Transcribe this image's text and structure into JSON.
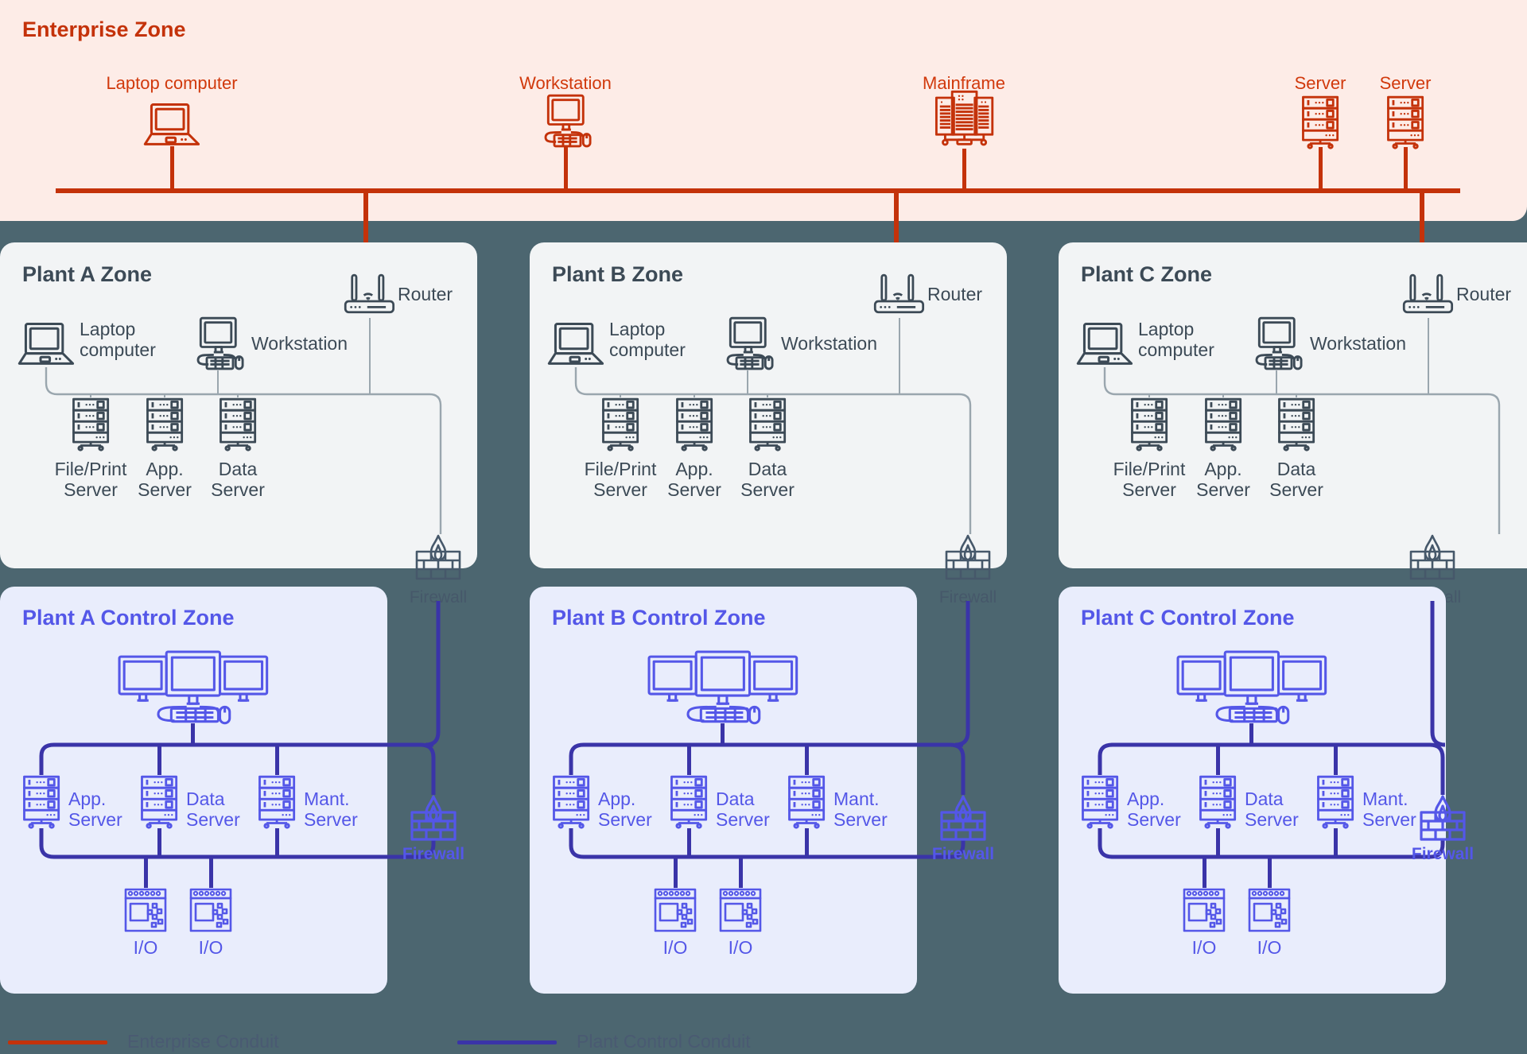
{
  "colors": {
    "background": "#4c6670",
    "enterprise_zone_bg": "#fdece7",
    "plant_zone_bg": "#f2f4f5",
    "control_zone_bg": "#e9edfc",
    "enterprise_accent": "#c4320a",
    "plant_accent": "#3c4a56",
    "control_accent": "#5457e8",
    "control_conduit": "#3a34a8"
  },
  "enterprise": {
    "title": "Enterprise Zone",
    "nodes": [
      {
        "label": "Laptop computer",
        "icon": "laptop-icon"
      },
      {
        "label": "Workstation",
        "icon": "workstation-icon"
      },
      {
        "label": "Mainframe",
        "icon": "mainframe-icon"
      },
      {
        "label": "Server",
        "icon": "server-icon"
      },
      {
        "label": "Server",
        "icon": "server-icon"
      }
    ]
  },
  "plant_zones": [
    {
      "title": "Plant A Zone",
      "router": {
        "label": "Router",
        "icon": "router-icon"
      },
      "clients": [
        {
          "label": "Laptop\ncomputer",
          "icon": "laptop-icon"
        },
        {
          "label": "Workstation",
          "icon": "workstation-icon"
        }
      ],
      "servers": [
        {
          "label": "File/Print\nServer",
          "icon": "server-icon"
        },
        {
          "label": "App.\nServer",
          "icon": "server-icon"
        },
        {
          "label": "Data\nServer",
          "icon": "server-icon"
        }
      ],
      "firewall": {
        "label": "Firewall",
        "icon": "firewall-icon"
      }
    },
    {
      "title": "Plant B Zone",
      "router": {
        "label": "Router",
        "icon": "router-icon"
      },
      "clients": [
        {
          "label": "Laptop\ncomputer",
          "icon": "laptop-icon"
        },
        {
          "label": "Workstation",
          "icon": "workstation-icon"
        }
      ],
      "servers": [
        {
          "label": "File/Print\nServer",
          "icon": "server-icon"
        },
        {
          "label": "App.\nServer",
          "icon": "server-icon"
        },
        {
          "label": "Data\nServer",
          "icon": "server-icon"
        }
      ],
      "firewall": {
        "label": "Firewall",
        "icon": "firewall-icon"
      }
    },
    {
      "title": "Plant C Zone",
      "router": {
        "label": "Router",
        "icon": "router-icon"
      },
      "clients": [
        {
          "label": "Laptop\ncomputer",
          "icon": "laptop-icon"
        },
        {
          "label": "Workstation",
          "icon": "workstation-icon"
        }
      ],
      "servers": [
        {
          "label": "File/Print\nServer",
          "icon": "server-icon"
        },
        {
          "label": "App.\nServer",
          "icon": "server-icon"
        },
        {
          "label": "Data\nServer",
          "icon": "server-icon"
        }
      ],
      "firewall": {
        "label": "Firewall",
        "icon": "firewall-icon"
      }
    }
  ],
  "control_zones": [
    {
      "title": "Plant A Control Zone",
      "hmi": {
        "icon": "multi-monitor-workstation-icon"
      },
      "servers": [
        {
          "label": "App.\nServer",
          "icon": "server-icon"
        },
        {
          "label": "Data\nServer",
          "icon": "server-icon"
        },
        {
          "label": "Mant.\nServer",
          "icon": "server-icon"
        }
      ],
      "io": [
        {
          "label": "I/O",
          "icon": "io-module-icon"
        },
        {
          "label": "I/O",
          "icon": "io-module-icon"
        }
      ],
      "firewall": {
        "label": "Firewall",
        "icon": "firewall-icon"
      }
    },
    {
      "title": "Plant B Control Zone",
      "hmi": {
        "icon": "multi-monitor-workstation-icon"
      },
      "servers": [
        {
          "label": "App.\nServer",
          "icon": "server-icon"
        },
        {
          "label": "Data\nServer",
          "icon": "server-icon"
        },
        {
          "label": "Mant.\nServer",
          "icon": "server-icon"
        }
      ],
      "io": [
        {
          "label": "I/O",
          "icon": "io-module-icon"
        },
        {
          "label": "I/O",
          "icon": "io-module-icon"
        }
      ],
      "firewall": {
        "label": "Firewall",
        "icon": "firewall-icon"
      }
    },
    {
      "title": "Plant C Control Zone",
      "hmi": {
        "icon": "multi-monitor-workstation-icon"
      },
      "servers": [
        {
          "label": "App.\nServer",
          "icon": "server-icon"
        },
        {
          "label": "Data\nServer",
          "icon": "server-icon"
        },
        {
          "label": "Mant.\nServer",
          "icon": "server-icon"
        }
      ],
      "io": [
        {
          "label": "I/O",
          "icon": "io-module-icon"
        },
        {
          "label": "I/O",
          "icon": "io-module-icon"
        }
      ],
      "firewall": {
        "label": "Firewall",
        "icon": "firewall-icon"
      }
    }
  ],
  "legend": [
    {
      "label": "Enterprise Conduit",
      "color": "#c4320a"
    },
    {
      "label": "Plant Control Conduit",
      "color": "#3a34a8"
    }
  ]
}
